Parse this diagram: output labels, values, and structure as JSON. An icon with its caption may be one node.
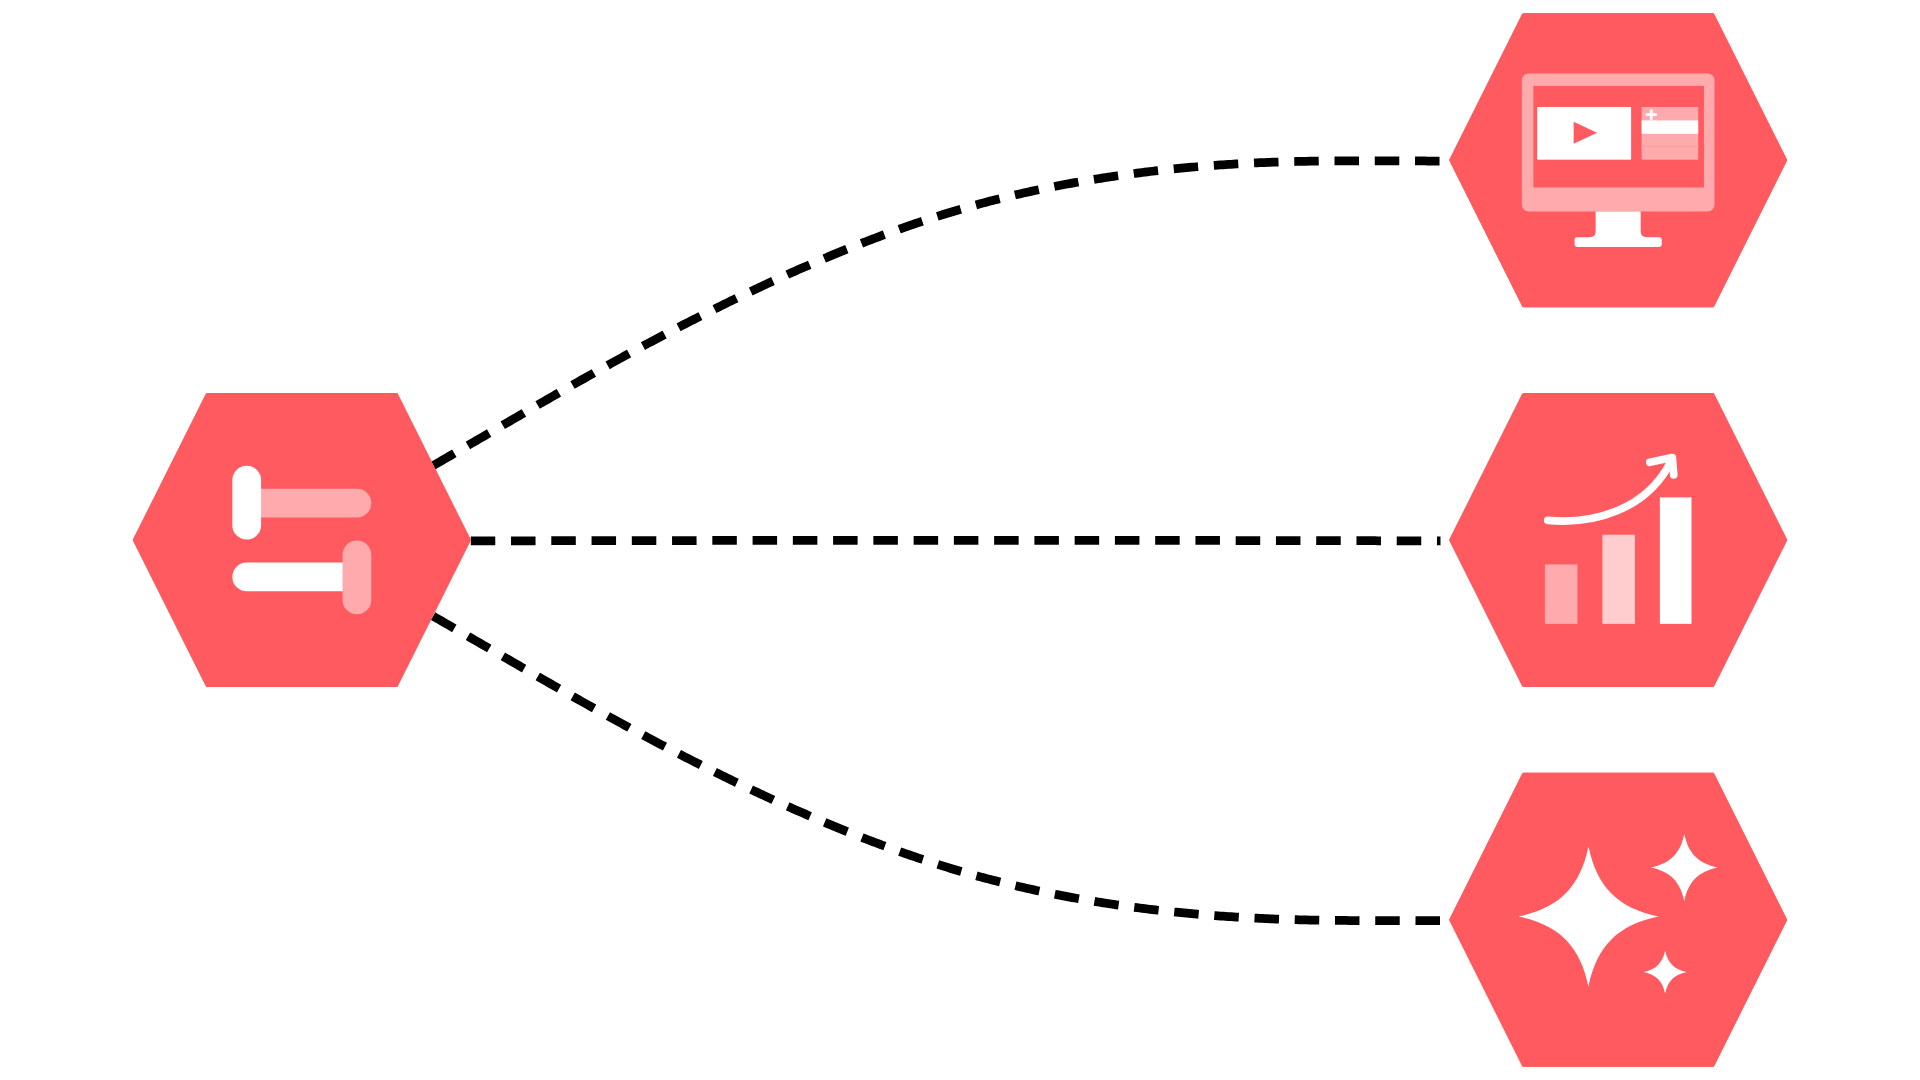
{
  "diagram": {
    "nodes": [
      {
        "text": [],
        "shape": "hexagon"
      },
      {
        "text": [],
        "shape": "hexagon"
      },
      {
        "text": [],
        "shape": "hexagon"
      },
      {
        "text": [],
        "shape": "hexagon"
      }
    ],
    "edges": [
      {
        "from": 0,
        "to": 1,
        "arrow": "none",
        "style": "dashed"
      },
      {
        "from": 0,
        "to": 2,
        "arrow": "none",
        "style": "dashed"
      },
      {
        "from": 0,
        "to": 3,
        "arrow": "none",
        "style": "dashed"
      }
    ]
  }
}
